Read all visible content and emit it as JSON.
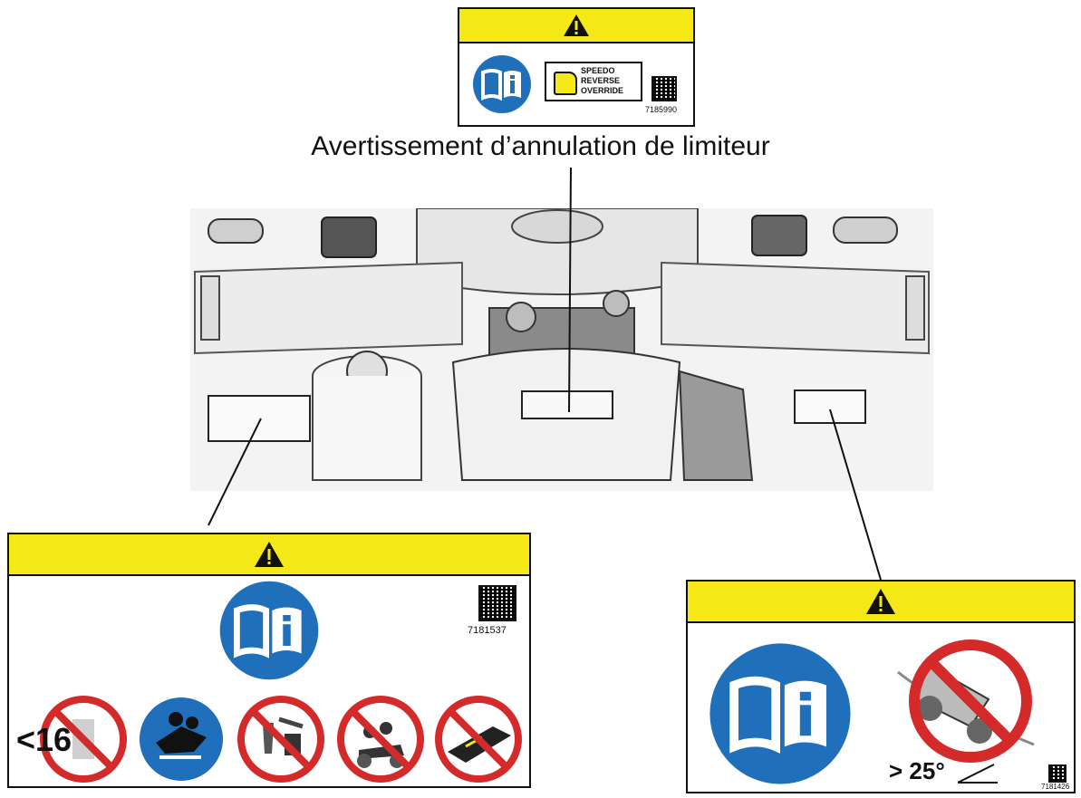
{
  "top_label": {
    "text_lines": [
      "SPEEDO",
      "REVERSE",
      "OVERRIDE"
    ],
    "part_number": "7185990"
  },
  "caption": "Avertissement d’annulation de limiteur",
  "left_label": {
    "part_number": "7181537",
    "age_text": "<16"
  },
  "right_label": {
    "part_number": "7181426",
    "slope_text": "> 25°"
  },
  "colors": {
    "warning_yellow": "#f4e816",
    "info_blue": "#1f6fba",
    "prohibit_red": "#d42a2a"
  },
  "icons": [
    "warning-triangle-icon",
    "manual-info-icon",
    "qr-code-icon",
    "no-under-16-icon",
    "no-passenger-icon",
    "no-alcohol-drugs-icon",
    "no-multiple-riders-icon",
    "no-pavement-icon",
    "no-steep-slope-icon"
  ]
}
